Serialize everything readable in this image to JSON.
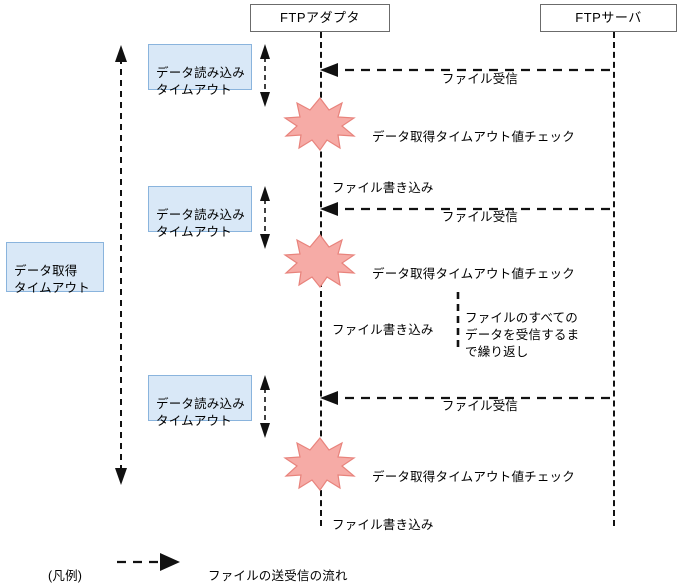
{
  "diagram": {
    "title_participants": [
      {
        "id": "ftp-adapter",
        "label": "FTPアダプタ"
      },
      {
        "id": "ftp-server",
        "label": "FTPサーバ"
      }
    ],
    "outer_timeout_label": "データ取得\nタイムアウト",
    "read_timeout_label": "データ読み込み\nタイムアウト",
    "timeout_check_label": "データ取得タイムアウト値チェック",
    "file_receive_label": "ファイル受信",
    "file_write_label": "ファイル書き込み",
    "repeat_note": "ファイルのすべての\nデータを受信するま\nで繰り返し",
    "groups": [
      {
        "index": 1,
        "read_timeout_label": "データ読み込み\nタイムアウト",
        "file_receive_label": "ファイル受信",
        "timeout_check_label": "データ取得タイムアウト値チェック",
        "file_write_label": "ファイル書き込み"
      },
      {
        "index": 2,
        "read_timeout_label": "データ読み込み\nタイムアウト",
        "file_receive_label": "ファイル受信",
        "timeout_check_label": "データ取得タイムアウト値チェック",
        "file_write_label": "ファイル書き込み"
      },
      {
        "index": 3,
        "read_timeout_label": "データ読み込み\nタイムアウト",
        "file_receive_label": "ファイル受信",
        "timeout_check_label": "データ取得タイムアウト値チェック",
        "file_write_label": "ファイル書き込み"
      }
    ],
    "legend": {
      "prefix": "(凡例)",
      "description": "ファイルの送受信の流れ"
    },
    "colors": {
      "annotation_fill": "#d9e8f7",
      "annotation_border": "#8ab4dd",
      "burst_fill": "#f6aba6",
      "burst_border": "#e8837c",
      "line": "#111111",
      "participant_border": "#6b6b6b"
    }
  }
}
